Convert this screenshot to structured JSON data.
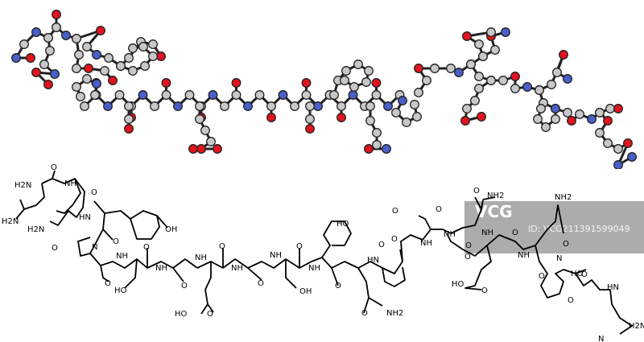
{
  "title": "Peptide molecule: ball-and-stick and skeletal structural formula",
  "colors": {
    "carbon": "#c8c8c8",
    "oxygen": "#e0141e",
    "nitrogen": "#4a5fc8",
    "bond": "#000000"
  },
  "skeletal_labels": [
    "H2N",
    "NH",
    "O",
    "O",
    "H2N",
    "HN",
    "H2N",
    "OH",
    "O",
    "O",
    "N",
    "NH",
    "O",
    "O",
    "NH",
    "O",
    "HO",
    "NH",
    "O",
    "NH",
    "O",
    "HO",
    "O",
    "NH",
    "O",
    "NH",
    "OH",
    "O",
    "NH2",
    "O",
    "HO",
    "O",
    "NH",
    "O",
    "NH",
    "HN",
    "O",
    "O",
    "NH2",
    "O",
    "NH",
    "O",
    "O",
    "HO",
    "O",
    "O",
    "NH",
    "NH2",
    "O",
    "N",
    "O",
    "HO",
    "O",
    "HN",
    "O",
    "H2N",
    "N"
  ],
  "watermark": {
    "logo": "VCG",
    "id": "ID: VCG211391599049"
  }
}
